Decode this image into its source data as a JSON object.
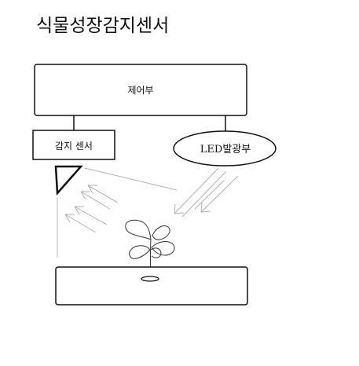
{
  "title": "식물성장감지센서",
  "blocks": {
    "controller": {
      "label": "제어부"
    },
    "sensor": {
      "label": "감지 센서"
    },
    "led": {
      "label": "LED발광부"
    }
  },
  "colors": {
    "outline": "#111111",
    "light_rays": "#b0b0b0",
    "plant": "#333333",
    "background": "#ffffff"
  },
  "icons": {
    "sensor_detector": "triangle-detector-icon",
    "plant": "sprout-icon",
    "seed_hole": "ellipse-hole-icon"
  }
}
